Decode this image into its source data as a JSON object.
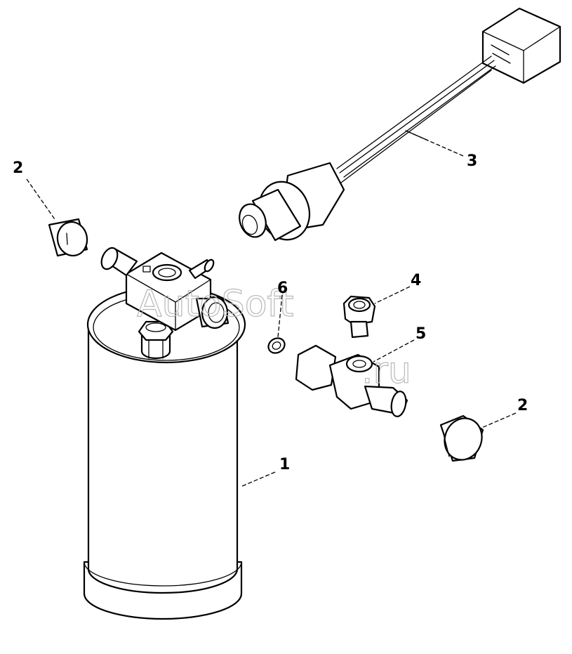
{
  "labels": {
    "receiver_drier": "1",
    "cap_left": "2",
    "cap_right": "2",
    "pressure_switch": "3",
    "adapter_fitting": "4",
    "tee_fitting": "5",
    "o_ring": "6"
  },
  "watermark": {
    "left": "AutoSoft",
    "right": ".ru"
  }
}
